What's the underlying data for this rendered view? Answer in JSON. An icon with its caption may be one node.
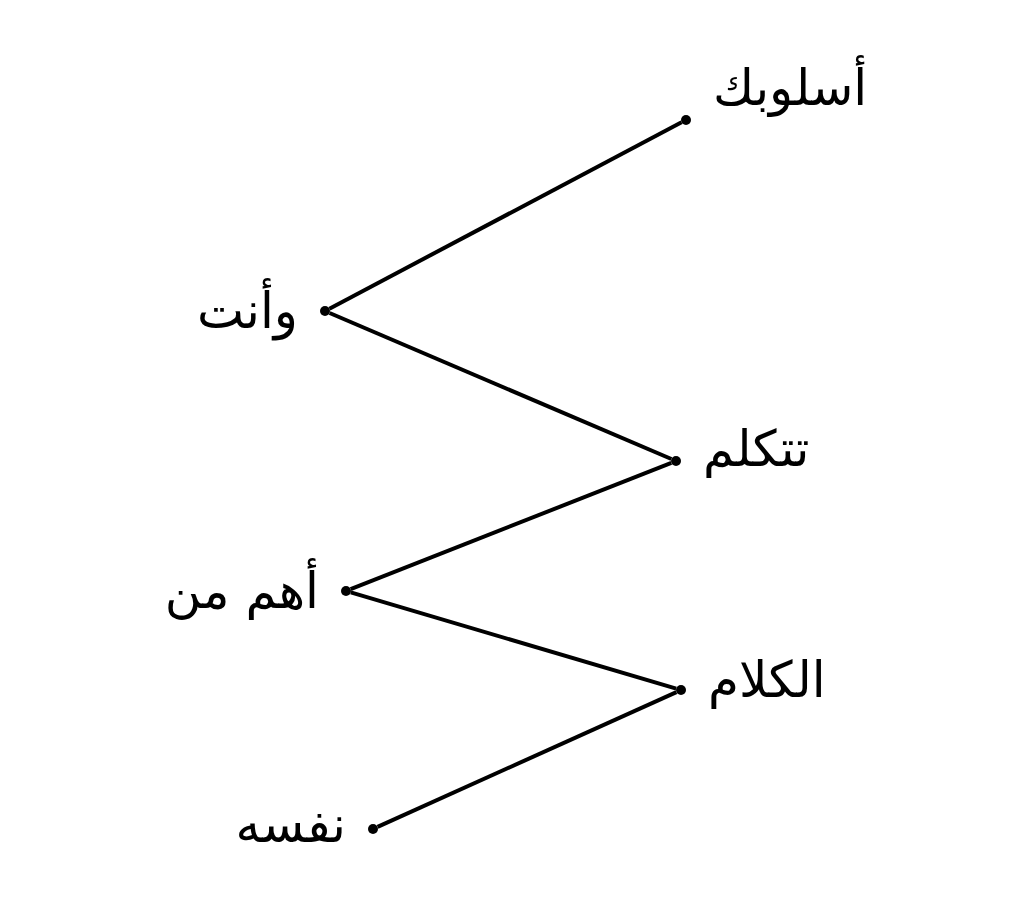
{
  "diagram": {
    "nodes": [
      {
        "text": [
          "أسلوبك"
        ]
      },
      {
        "text": [
          "وأنت"
        ]
      },
      {
        "text": [
          "تتكلم"
        ]
      },
      {
        "text": [
          "أهم من"
        ]
      },
      {
        "text": [
          "الكلام"
        ]
      },
      {
        "text": [
          "نفسه"
        ]
      }
    ],
    "edges": [
      {
        "from": 0,
        "to": 1,
        "arrow": "none"
      },
      {
        "from": 1,
        "to": 2,
        "arrow": "none"
      },
      {
        "from": 2,
        "to": 3,
        "arrow": "none"
      },
      {
        "from": 3,
        "to": 4,
        "arrow": "none"
      },
      {
        "from": 4,
        "to": 5,
        "arrow": "none"
      }
    ]
  }
}
